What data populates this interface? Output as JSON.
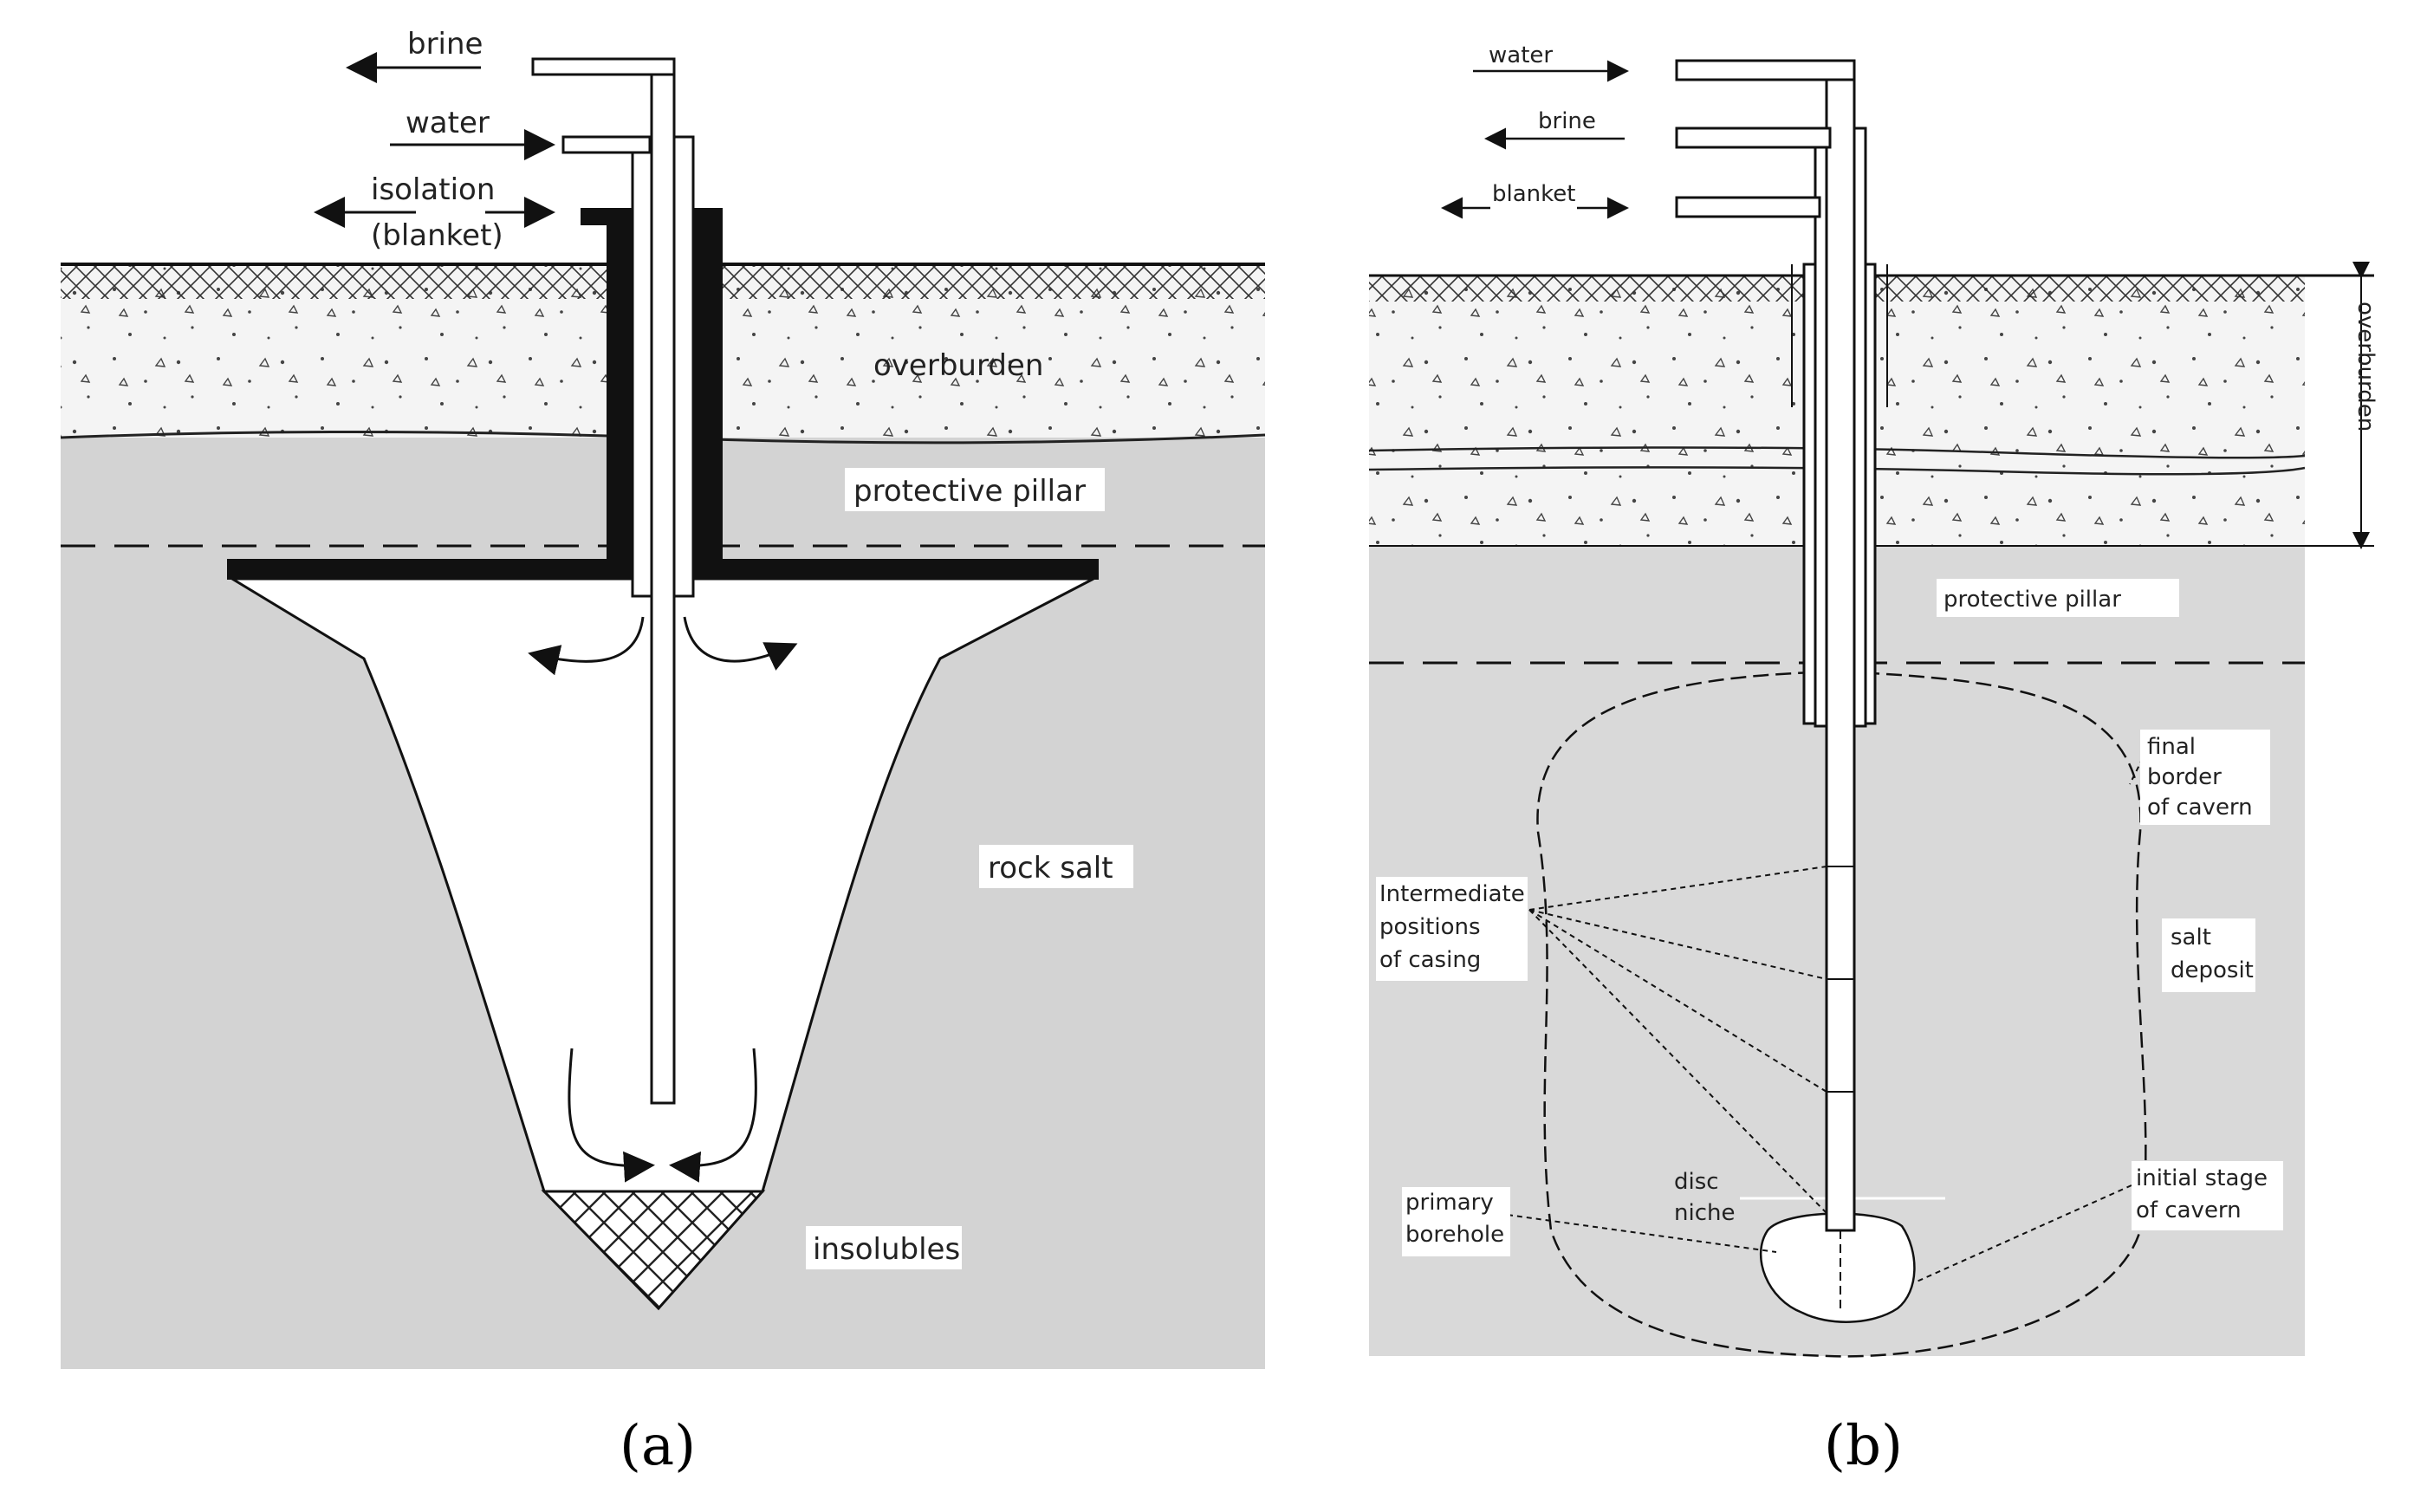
{
  "panel_a": {
    "caption": "(a)",
    "labels": {
      "brine": "brine",
      "water": "water",
      "isolation": "isolation",
      "blanket": "(blanket)",
      "overburden": "overburden",
      "protective_pillar": "protective pillar",
      "rock_salt": "rock salt",
      "insolubles": "insolubles"
    },
    "colors": {
      "rock": "#d3d3d3",
      "cavern": "#ffffff",
      "blanket": "#111111"
    }
  },
  "panel_b": {
    "caption": "(b)",
    "labels": {
      "water": "water",
      "brine": "brine",
      "blanket": "blanket",
      "overburden": "overburden",
      "protective_pillar": "protective pillar",
      "final_border_1": "final",
      "final_border_2": "border",
      "final_border_3": "of cavern",
      "intermediate_1": "Intermediate",
      "intermediate_2": "positions",
      "intermediate_3": "of casing",
      "salt_deposit_1": "salt",
      "salt_deposit_2": "deposit",
      "disc_niche_1": "disc",
      "disc_niche_2": "niche",
      "primary_borehole_1": "primary",
      "primary_borehole_2": "borehole",
      "initial_stage_1": "initial stage",
      "initial_stage_2": "of cavern"
    },
    "colors": {
      "rock": "#d9d9d9"
    }
  }
}
